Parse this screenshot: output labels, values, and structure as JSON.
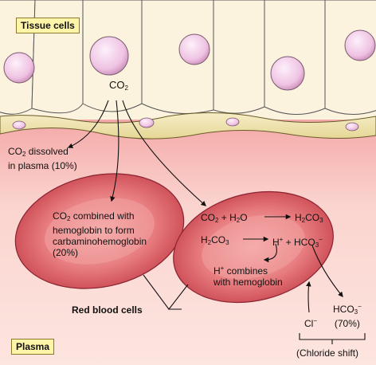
{
  "labels": {
    "tissue_cells": "Tissue cells",
    "plasma": "Plasma",
    "red_blood_cells": "Red blood cells",
    "chloride_shift": "(Chloride shift)"
  },
  "chem": {
    "co2": "CO",
    "co2_sub": "2",
    "dissolved_line1_a": "CO",
    "dissolved_line1_sub": "2",
    "dissolved_line1_b": " dissolved",
    "dissolved_line2": "in plasma (10%)",
    "combined_a": "CO",
    "combined_sub": "2",
    "combined_b": " combined with",
    "combined_line2": "hemoglobin to form",
    "combined_line3": "carbaminohemoglobin",
    "combined_line4": "(20%)",
    "eq1_left": "CO",
    "eq1_left_sub": "2",
    "eq1_plus": " + H",
    "eq1_h2o_sub": "2",
    "eq1_o": "O",
    "eq1_right_h": "H",
    "eq1_right_sub1": "2",
    "eq1_right_co": "CO",
    "eq1_right_sub2": "3",
    "eq2_left_h": "H",
    "eq2_left_sub1": "2",
    "eq2_left_co": "CO",
    "eq2_left_sub2": "3",
    "eq2_hplus": "H",
    "eq2_hplus_sup": "+",
    "eq2_plus": " + HCO",
    "eq2_hco3_sub": "3",
    "eq2_hco3_sup": "−",
    "hcomb_h": "H",
    "hcomb_sup": "+",
    "hcomb_a": " combines",
    "hcomb_line2": "with hemoglobin",
    "hco3_out": "HCO",
    "hco3_out_sub": "3",
    "hco3_out_sup": "−",
    "hco3_pct": "(70%)",
    "cl": "Cl",
    "cl_sup": "−"
  },
  "colors": {
    "plasma": "#fbd9d3",
    "tissue_wall": "#fbf3dd",
    "rbc": "#d9585e",
    "rbc_light": "#f3a3a3",
    "nucleus": "#f3c7e6",
    "label_box": "#fff5a8"
  }
}
